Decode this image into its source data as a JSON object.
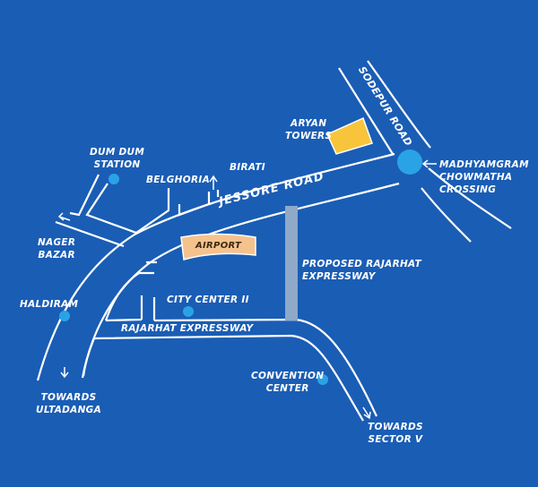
{
  "colors": {
    "background": "#1a5db5",
    "road_line": "#ffffff",
    "poi_dot": "#2aa3e6",
    "airport": "#f5c28e",
    "aryan_towers": "#f7c43c",
    "proposed_road": "#8fa9c9"
  },
  "labels": {
    "dum_dum": "DUM DUM",
    "station": "STATION",
    "belghoria": "BELGHORIA",
    "birati": "BIRATI",
    "jessore_road": "JESSORE ROAD",
    "sodepur_road": "SODEPUR ROAD",
    "aryan": "ARYAN",
    "towers": "TOWERS",
    "madhyamgram": "MADHYAMGRAM",
    "chowmatha": "CHOWMATHA",
    "crossing": "CROSSING",
    "nager": "NAGER",
    "bazar": "BAZAR",
    "airport": "AIRPORT",
    "proposed1": "PROPOSED RAJARHAT",
    "proposed2": "EXPRESSWAY",
    "haldiram": "HALDIRAM",
    "city_center": "CITY CENTER II",
    "rajarhat": "RAJARHAT EXPRESSWAY",
    "towards1": "TOWARDS",
    "ultadanga": "ULTADANGA",
    "convention": "CONVENTION",
    "center": "CENTER",
    "towards2": "TOWARDS",
    "sector": "SECTOR V"
  }
}
